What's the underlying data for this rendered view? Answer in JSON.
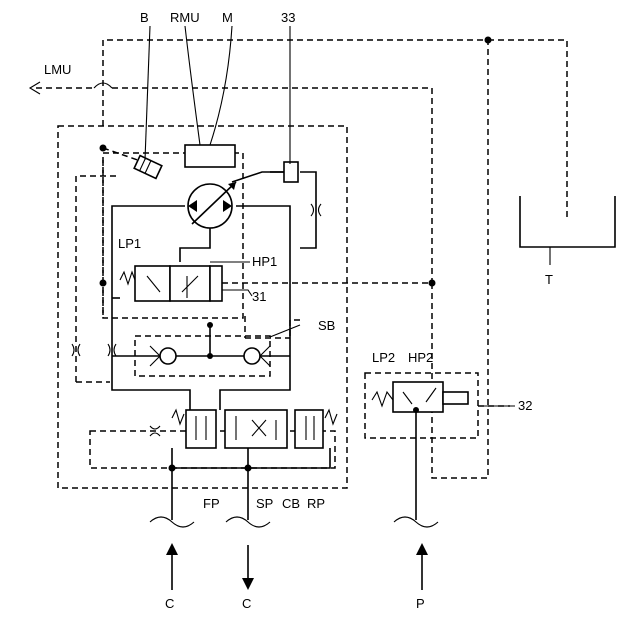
{
  "labels": {
    "B": "B",
    "RMU": "RMU",
    "M": "M",
    "n33": "33",
    "LMU": "LMU",
    "LP1": "LP1",
    "HP1": "HP1",
    "n31": "31",
    "SB": "SB",
    "LP2": "LP2",
    "HP2": "HP2",
    "n32": "32",
    "T": "T",
    "FP": "FP",
    "SP": "SP",
    "CB": "CB",
    "RP": "RP",
    "C1": "C",
    "C2": "C",
    "P": "P"
  }
}
